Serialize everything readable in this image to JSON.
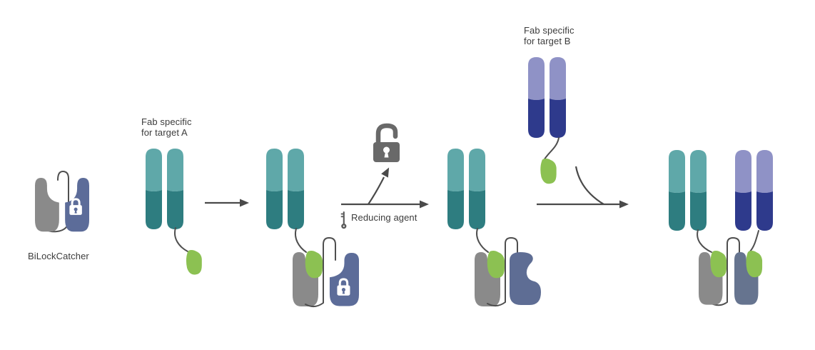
{
  "diagram": {
    "labels": {
      "bilockcatcher": "BiLockCatcher",
      "fab_a": [
        "Fab specific",
        "for target A"
      ],
      "fab_b": [
        "Fab specific",
        "for target B"
      ],
      "reducing_agent": "Reducing agent"
    },
    "icons": {
      "locked_state": "closed-lock-icon",
      "unlocked_state": "open-lock-icon",
      "reducing_agent_trigger": "key-icon",
      "reaction_step": "arrow-right-icon"
    },
    "colors": {
      "fab_a_light": "#5FA8A9",
      "fab_a_dark": "#2E7D80",
      "fab_b_light": "#8F92C6",
      "fab_b_dark": "#2E3A8C",
      "tag_green": "#8CC152",
      "catcher_gray": "#8A8A8A",
      "catcher_blue_locked": "#5C6C99",
      "catcher_blue_open": "#5E6D94",
      "catcher_slate": "#66748F",
      "open_lock_gray": "#696969",
      "key_gray": "#5A5A5A",
      "lock_white": "#FFFFFF",
      "line_gray": "#4A4A4A",
      "text_gray": "#3C3C3C",
      "background": "#FFFFFF"
    }
  }
}
